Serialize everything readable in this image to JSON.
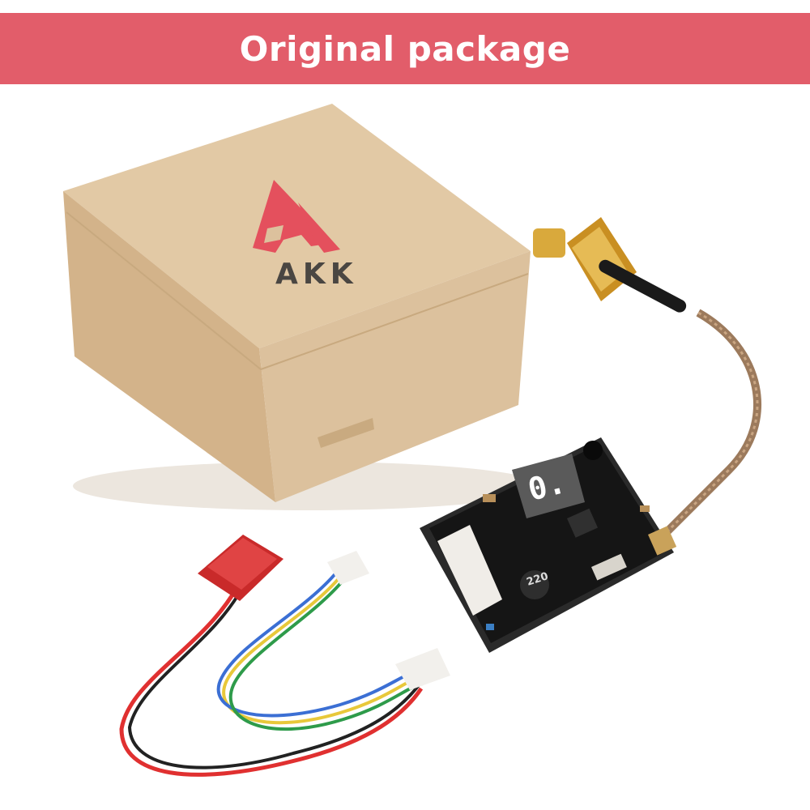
{
  "banner": {
    "title": "Original package",
    "background": "#e25d6a"
  },
  "box": {
    "logo_text": "AKK",
    "color": "#dbc09b",
    "logo_color": "#e4505d"
  },
  "board": {
    "display_digit": "0.",
    "inductor_label": "220"
  },
  "icons": [
    "akk-logo-icon"
  ]
}
